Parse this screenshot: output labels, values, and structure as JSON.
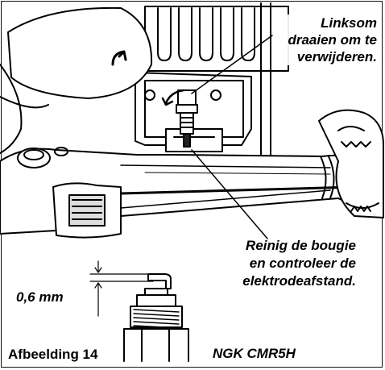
{
  "callouts": {
    "remove": {
      "line1": "Linksom",
      "line2": "draaien om te",
      "line3": "verwijderen."
    },
    "clean": {
      "line1": "Reinig de bougie",
      "line2": "en controleer de",
      "line3": "elektrodeafstand."
    }
  },
  "gap_label": "0,6 mm",
  "part_label": "NGK CMR5H",
  "figure_label": "Afbeelding 14",
  "colors": {
    "line": "#000000",
    "background": "#ffffff",
    "shade": "#d9d9d9"
  }
}
